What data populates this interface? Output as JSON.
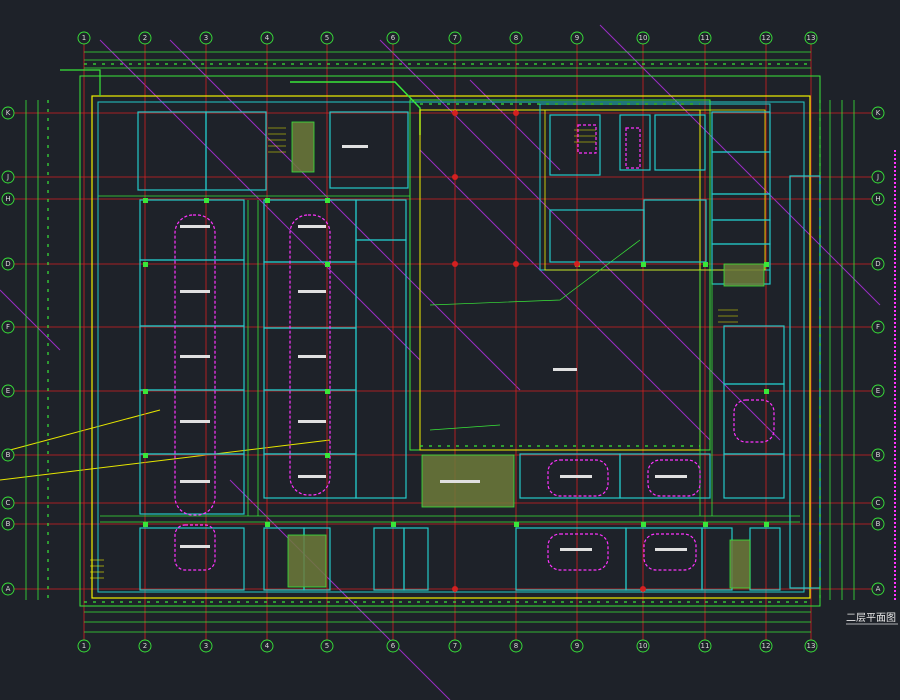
{
  "drawing": {
    "title": "二层平面图 1:50",
    "scale_note": "",
    "grid_columns": [
      "1",
      "2",
      "3",
      "4",
      "5",
      "6",
      "7",
      "8",
      "9",
      "10",
      "11",
      "12",
      "13"
    ],
    "grid_rows": [
      "K",
      "J",
      "H",
      "D",
      "F",
      "E",
      "B",
      "C",
      "B",
      "A"
    ],
    "colors": {
      "background": "#1e2229",
      "grid_axis": "#ff2a2a",
      "structure": "#39e639",
      "walls": "#23c9c9",
      "outer_frame": "#f0f000",
      "annotation": "#ff33ff",
      "diagonal": "#cc33ff",
      "stair_fill": "#6e7a3a",
      "text": "#e0e0e0"
    }
  }
}
